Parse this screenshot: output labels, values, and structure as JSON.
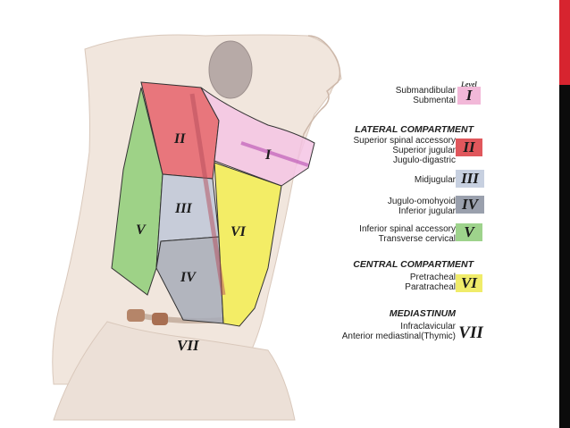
{
  "diagram": {
    "level_caption": "Level",
    "map_labels": {
      "I": "I",
      "II": "II",
      "III": "III",
      "IV": "IV",
      "V": "V",
      "VI": "VI",
      "VII": "VII"
    },
    "legend": {
      "level_I": {
        "lines": [
          "Submandibular",
          "Submental"
        ],
        "numeral": "I",
        "color": "#f2b8d8"
      },
      "lateral_heading": "LATERAL COMPARTMENT",
      "level_II": {
        "lines": [
          "Superior spinal accessory",
          "Superior jugular",
          "Jugulo-digastric"
        ],
        "numeral": "II",
        "color": "#e0575c"
      },
      "level_III": {
        "lines": [
          "Midjugular"
        ],
        "numeral": "III",
        "color": "#c7d0e0"
      },
      "level_IV": {
        "lines": [
          "Jugulo-omohyoid",
          "Inferior jugular"
        ],
        "numeral": "IV",
        "color": "#9aa0ad"
      },
      "level_V": {
        "lines": [
          "Inferior spinal accessory",
          "Transverse cervical"
        ],
        "numeral": "V",
        "color": "#9ed38c"
      },
      "central_heading": "CENTRAL COMPARTMENT",
      "level_VI": {
        "lines": [
          "Pretracheal",
          "Paratracheal"
        ],
        "numeral": "VI",
        "color": "#f0ec6a"
      },
      "mediastinum_heading": "MEDIASTINUM",
      "level_VII": {
        "lines": [
          "Infraclavicular",
          "Anterior mediastinal(Thymic)"
        ],
        "numeral": "VII",
        "color": ""
      }
    }
  },
  "colors": {
    "sidebar": "#0b0b0b",
    "sidebar_accent": "#d7242f",
    "skin": "#efe3da",
    "skin_shadow": "#d8c4b7"
  }
}
